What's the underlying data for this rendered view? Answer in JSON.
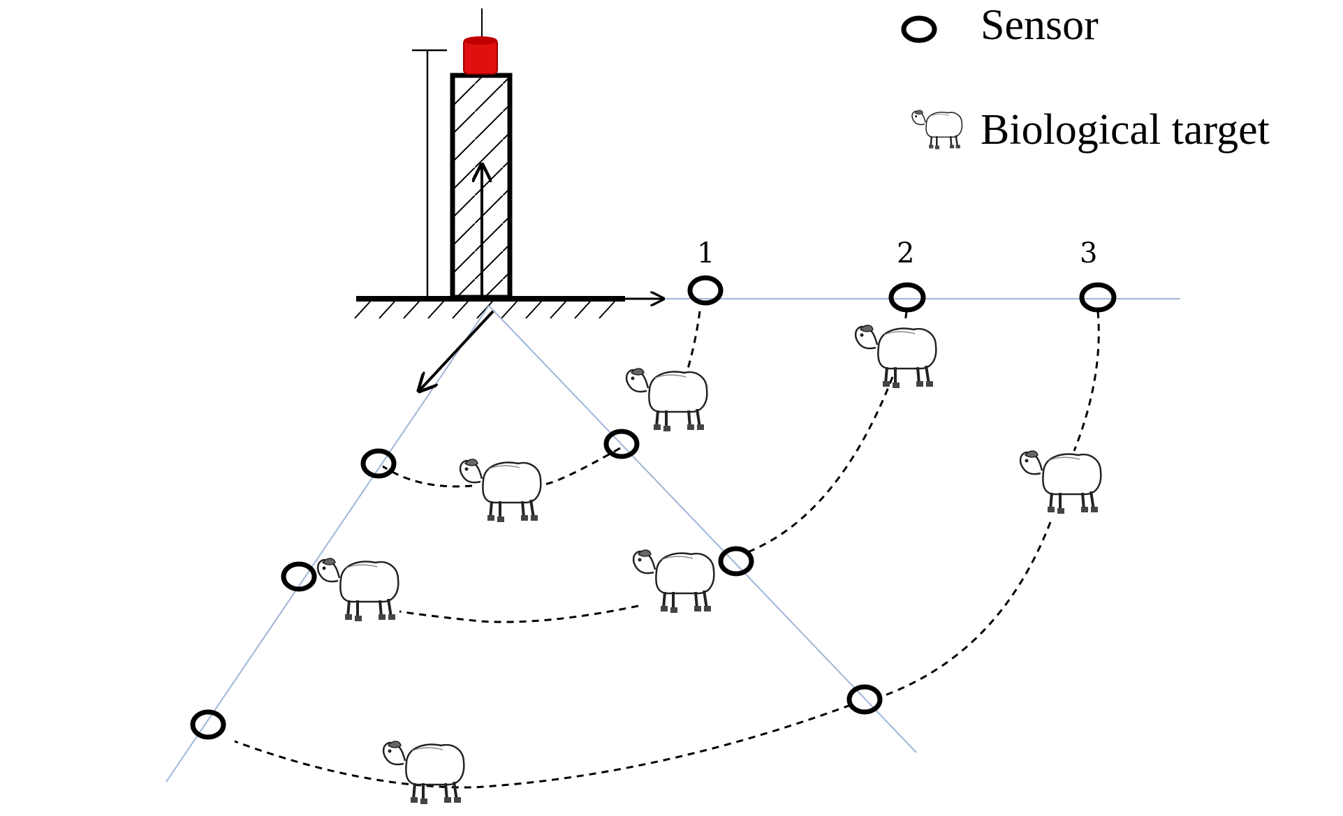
{
  "legend": {
    "sensor_label": "Sensor",
    "target_label": "Biological target",
    "sensor_icon": "sensor-ring-icon",
    "target_icon": "sheep-icon"
  },
  "arc_labels": [
    "1",
    "2",
    "3"
  ],
  "colors": {
    "beacon": "#e11010",
    "ray": "#9fb6d6",
    "ink": "#000000"
  }
}
